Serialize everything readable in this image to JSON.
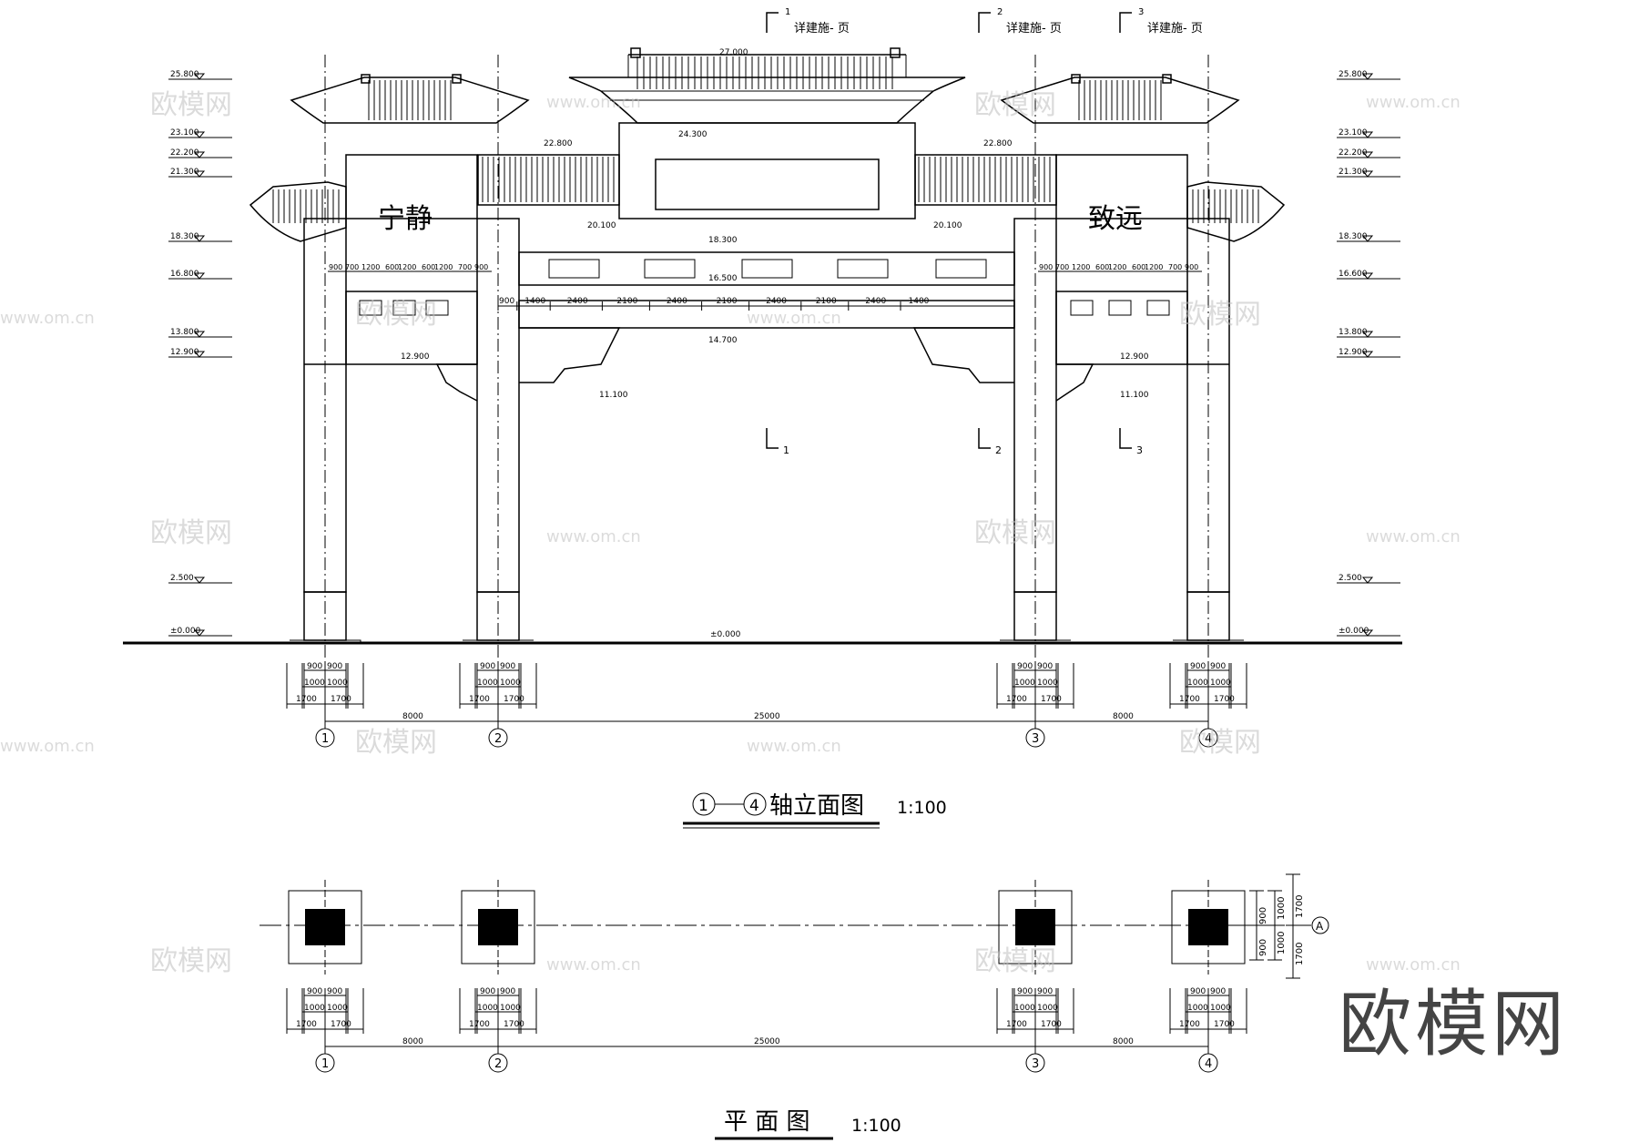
{
  "title_elevation": {
    "axis_start": "1",
    "axis_end": "4",
    "text": "轴立面图",
    "scale": "1:100"
  },
  "title_plan": {
    "text": "平 面 图",
    "scale": "1:100"
  },
  "plaques": {
    "left": "宁静",
    "right": "致远"
  },
  "detail_refs": [
    {
      "num": "1",
      "text": "详建施- 页"
    },
    {
      "num": "2",
      "text": "详建施- 页"
    },
    {
      "num": "3",
      "text": "详建施- 页"
    }
  ],
  "section_marks": [
    "1",
    "2",
    "3"
  ],
  "level_labels": [
    "25.800",
    "23.100",
    "22.200",
    "21.300",
    "18.300",
    "16.800",
    "13.800",
    "12.900",
    "2.500",
    "±0.000"
  ],
  "right_level_labels": [
    "25.800",
    "23.100",
    "22.200",
    "21.300",
    "18.300",
    "16.600",
    "13.800",
    "12.900",
    "2.500",
    "±0.000"
  ],
  "inner_levels": {
    "top": "27.000",
    "roof_mid": "24.300",
    "side_roof": "22.800",
    "side_eave": "20.100",
    "beam_top": "18.300",
    "beam_mid": "16.500",
    "beam_bot": "14.700",
    "side_beam": "12.900",
    "bracket": "11.100",
    "ground": "±0.000"
  },
  "axis_numbers": [
    "1",
    "2",
    "3",
    "4"
  ],
  "axis_label_a": "A",
  "spans": [
    "8000",
    "25000",
    "8000"
  ],
  "col_dims": {
    "a": "900",
    "b": "1000",
    "c": "1700"
  },
  "beam_dims": [
    "900",
    "1400",
    "2400",
    "2100",
    "2400",
    "2100",
    "2400",
    "2100",
    "2400",
    "1400"
  ],
  "side_dims": [
    "900",
    "700",
    "1200",
    "600",
    "1200",
    "600",
    "1200",
    "700",
    "900"
  ],
  "watermark": "欧模网",
  "watermark_url": "www.om.cn",
  "brand": "欧模网"
}
